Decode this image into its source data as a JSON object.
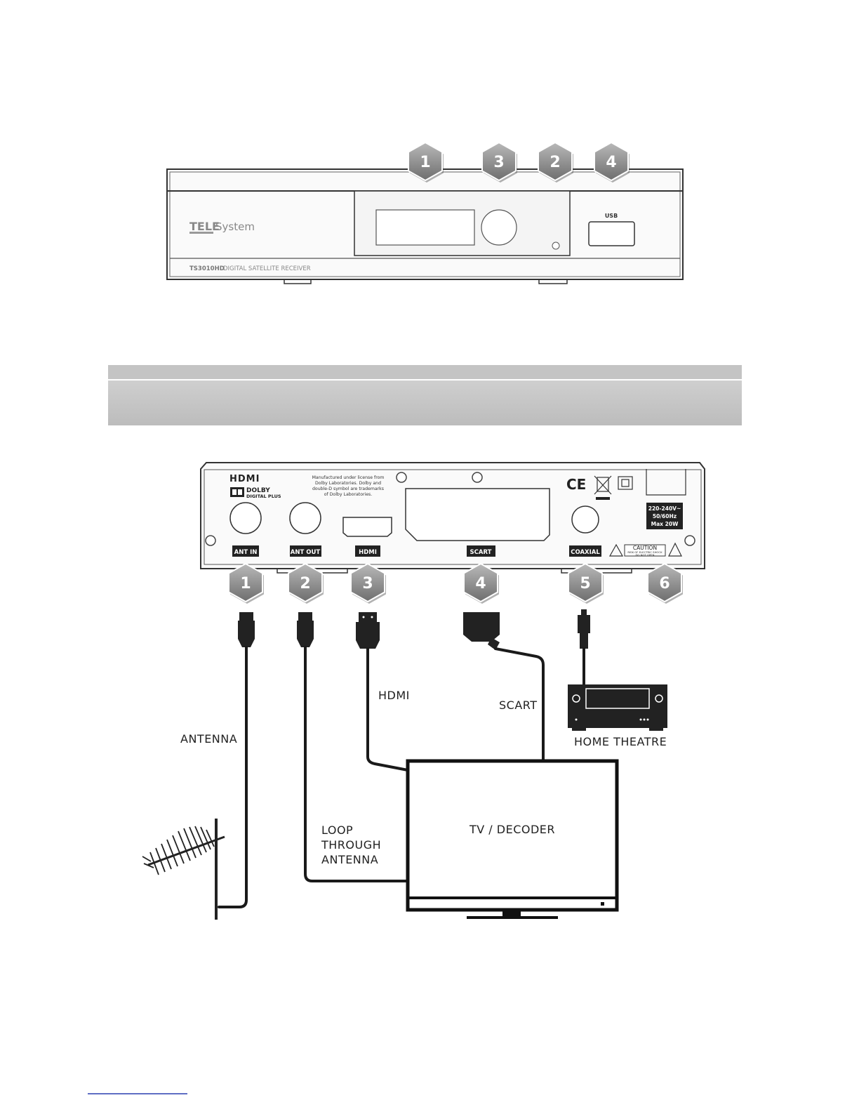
{
  "front_panel": {
    "brand_tele": "TELE",
    "brand_system": "System",
    "model_number": "TS3010HD",
    "model_desc": "DIGITAL SATELLITE RECEIVER",
    "usb_label": "USB",
    "callouts": [
      "1",
      "3",
      "2",
      "4"
    ]
  },
  "rear_panel": {
    "hdmi_logo": "HDMI",
    "dolby_logo": "DOLBY",
    "dolby_sub": "DIGITAL PLUS",
    "dolby_notice": [
      "Manufactured under license from",
      "Dolby Laboratories. Dolby and",
      "double-D symbol are trademarks",
      "of Dolby Laboratories."
    ],
    "ce_mark": "CE",
    "power_rating": [
      "220-240V~",
      "50/60Hz",
      "Max 20W"
    ],
    "caution_title": "CAUTION",
    "caution_line1": "RISK OF ELECTRIC SHOCK",
    "caution_line2": "DO NOT OPEN",
    "ports": [
      {
        "label": "ANT IN",
        "callout": "1"
      },
      {
        "label": "ANT OUT",
        "callout": "2"
      },
      {
        "label": "HDMI",
        "callout": "3"
      },
      {
        "label": "SCART",
        "callout": "4"
      },
      {
        "label": "COAXIAL",
        "callout": "5"
      },
      {
        "label": "",
        "callout": "6"
      }
    ]
  },
  "connections": {
    "antenna": "ANTENNA",
    "loop_line1": "LOOP",
    "loop_line2": "THROUGH",
    "loop_line3": "ANTENNA",
    "hdmi": "HDMI",
    "scart": "SCART",
    "home_theatre": "HOME THEATRE",
    "tv_decoder": "TV / DECODER"
  }
}
